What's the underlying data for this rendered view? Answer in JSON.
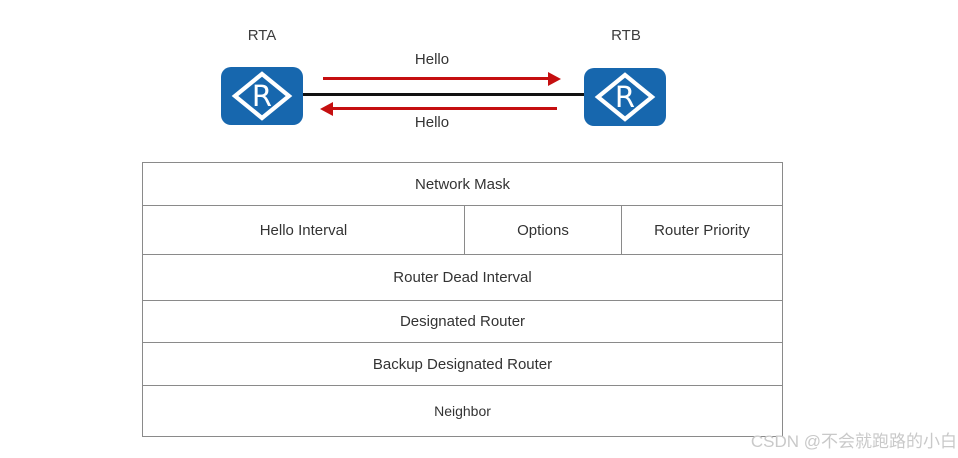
{
  "colors": {
    "router_blue": "#1767AE",
    "arrow_red": "#C50F10",
    "link_black": "#111111",
    "table_border": "#8A8A8A",
    "text_dark": "#333333",
    "watermark_gray": "#C9C9C9"
  },
  "diagram": {
    "router_a": {
      "label": "RTA",
      "icon_letter": "R"
    },
    "router_b": {
      "label": "RTB",
      "icon_letter": "R"
    },
    "arrows": {
      "top_label": "Hello",
      "top_direction": "right",
      "bottom_label": "Hello",
      "bottom_direction": "left"
    }
  },
  "packet_table": {
    "rows": [
      {
        "cells": [
          {
            "label": "Network Mask"
          }
        ]
      },
      {
        "cells": [
          {
            "label": "Hello Interval"
          },
          {
            "label": "Options"
          },
          {
            "label": "Router Priority"
          }
        ]
      },
      {
        "cells": [
          {
            "label": "Router Dead Interval"
          }
        ]
      },
      {
        "cells": [
          {
            "label": "Designated Router"
          }
        ]
      },
      {
        "cells": [
          {
            "label": "Backup Designated Router"
          }
        ]
      },
      {
        "cells": [
          {
            "label": "Neighbor"
          }
        ]
      }
    ]
  },
  "watermark": {
    "text": "CSDN @不会就跑路的小白"
  }
}
